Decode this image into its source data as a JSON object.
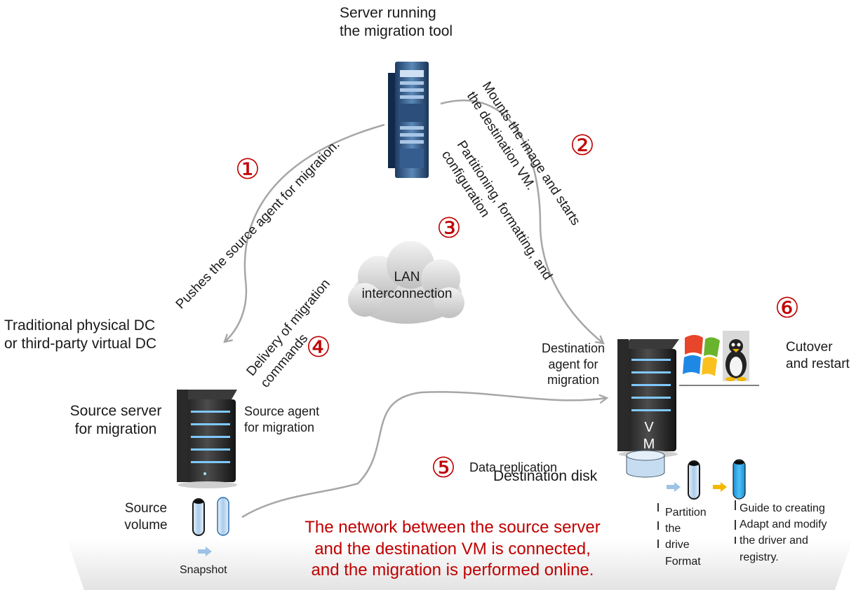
{
  "colors": {
    "accent_red": "#c00000",
    "arrow_gray": "#a6a6a6",
    "light_blue": "#9dc3e6",
    "orange": "#f5b800",
    "volume_blue": "#29a3e6"
  },
  "icons": [
    "rack-server-icon",
    "tower-server-icon",
    "lan-cloud-icon",
    "windows-logo-icon",
    "linux-penguin-icon",
    "disk-icon",
    "volume-cylinder-icon",
    "arrow-right-icon"
  ],
  "top_server_label": "Server running\nthe migration tool",
  "steps": [
    {
      "num": "①",
      "label": "Pushes the source agent for migration."
    },
    {
      "num": "②",
      "label": "Mounts the image and starts\nthe destination VM."
    },
    {
      "num": "③",
      "label": "Partitioning, formatting, and\nconfiguration"
    },
    {
      "num": "④",
      "label": "Delivery of migration\ncommands"
    },
    {
      "num": "⑤",
      "label": "Data replication"
    },
    {
      "num": "⑥",
      "label": "Cutover\nand restart"
    }
  ],
  "lan_label": "LAN\ninterconnection",
  "left_dc_label": "Traditional physical DC\nor third-party virtual DC",
  "source_server_label": "Source server\nfor migration",
  "source_agent_label": "Source agent\nfor migration",
  "dest_agent_label": "Destination\nagent for\nmigration",
  "vm_label": "V\nM",
  "dest_disk_label": "Destination disk",
  "source_volume_label": "Source\nvolume",
  "snapshot_label": "Snapshot",
  "partition_label": "Partition\nthe\ndrive\nFormat",
  "guide_label": "Guide to creating\nAdapt and modify\nthe driver and\nregistry.",
  "footer_note": "The network between the source server\nand the destination VM is connected,\nand the migration is performed online."
}
